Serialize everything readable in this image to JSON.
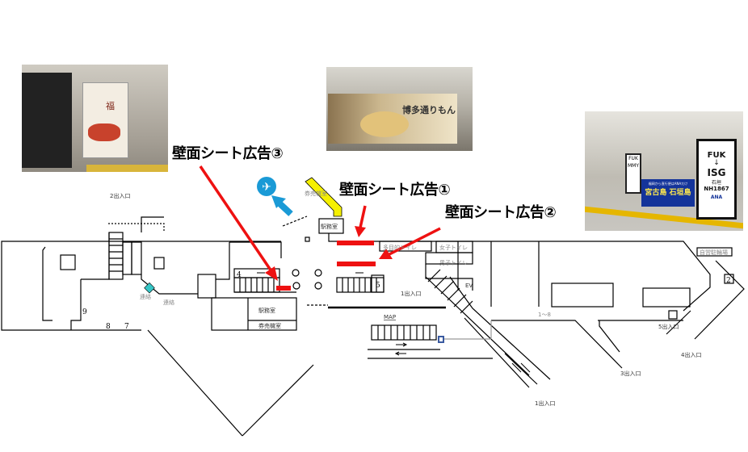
{
  "ad_labels": {
    "ad1": "壁面シート広告①",
    "ad2": "壁面シート広告②",
    "ad3": "壁面シート広告③"
  },
  "photos": {
    "photo1_caption": "福",
    "photo2_caption": "博多通りもん",
    "photo3": {
      "sign_route_from": "FUK",
      "sign_arrow": "↓",
      "sign_route_to": "ISG",
      "sign_city": "石垣",
      "sign_flight": "NH1867",
      "sign_brand": "ANA",
      "side_sign_from": "FUK",
      "side_sign_to": "MMY",
      "counter_text": "宮古島 石垣島",
      "counter_subtext": "福岡から直行便はANAだけ"
    }
  },
  "map": {
    "exit_2": "2出入口",
    "exit_1": "1出入口",
    "exit_1_street": "1出入口",
    "exit_3": "3出入口",
    "exit_4": "4出入口",
    "exit_5": "5出入口",
    "ticket_office_top": "券売機室",
    "station_office_top": "駅務室",
    "station_office_bottom": "駅務室",
    "ticket_office_bottom": "券売機室",
    "multi_toilet": "多目的トイレ",
    "womens_toilet": "女子トイレ",
    "mens_toilet": "男子トイレ",
    "bike_parking": "自営駐輪場",
    "connection_1": "連絡",
    "connection_2": "連絡",
    "map_label": "MAP",
    "lockers": "1～8",
    "ev": "EV",
    "stair_numbers": [
      "2",
      "4",
      "5",
      "7",
      "8",
      "9"
    ]
  },
  "colors": {
    "ad_red": "#ee1111",
    "airport_blue": "#1a9ad6",
    "yellow_path": "#f5f000"
  }
}
